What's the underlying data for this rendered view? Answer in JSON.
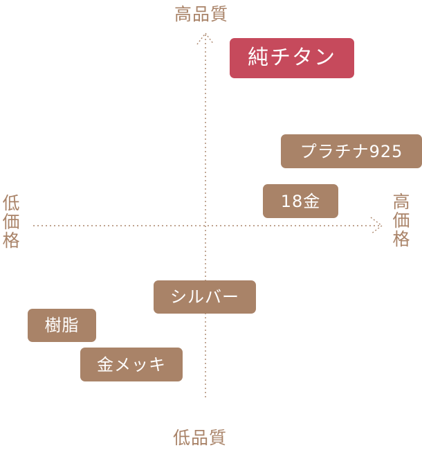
{
  "axes": {
    "top": "高品質",
    "bottom": "低品質",
    "left": "低価格",
    "right": "高価格"
  },
  "items": [
    {
      "label": "純チタン",
      "highlight": true
    },
    {
      "label": "プラチナ925",
      "highlight": false
    },
    {
      "label": "18金",
      "highlight": false
    },
    {
      "label": "シルバー",
      "highlight": false
    },
    {
      "label": "樹脂",
      "highlight": false
    },
    {
      "label": "金メッキ",
      "highlight": false
    }
  ],
  "colors": {
    "accent": "#c64a5c",
    "tag": "#a98368",
    "axis": "#a98368"
  }
}
